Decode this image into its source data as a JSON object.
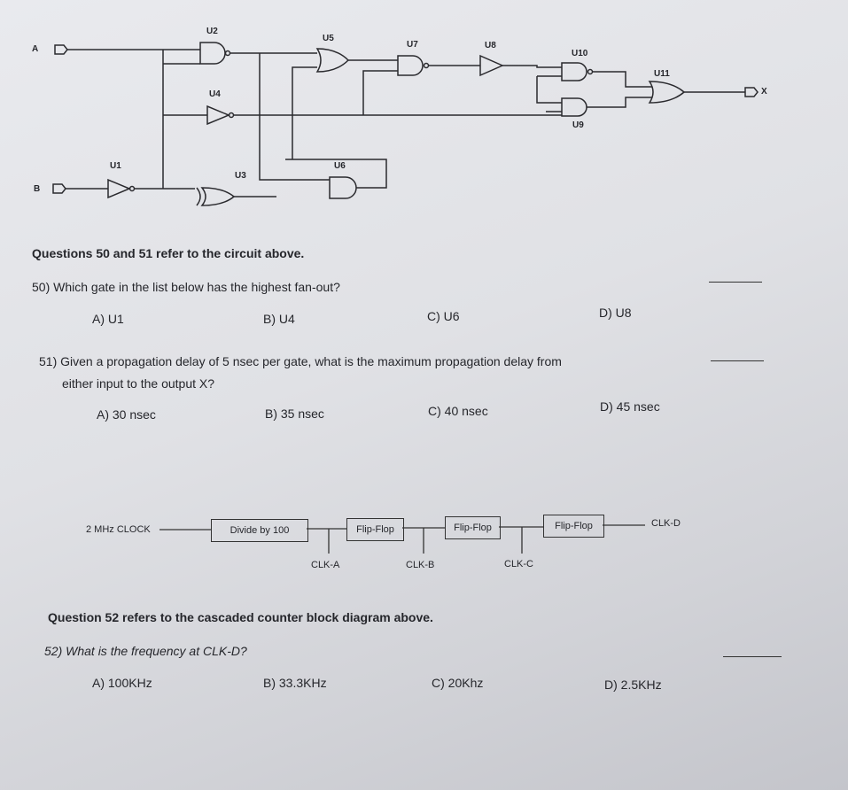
{
  "circuit": {
    "inputs": {
      "a": "A",
      "b": "B"
    },
    "output": "X",
    "gates": {
      "u1": "U1",
      "u2": "U2",
      "u3": "U3",
      "u4": "U4",
      "u5": "U5",
      "u6": "U6",
      "u7": "U7",
      "u8": "U8",
      "u9": "U9",
      "u10": "U10",
      "u11": "U11"
    }
  },
  "intro_1": "Questions 50 and 51 refer to the circuit above.",
  "q50": {
    "text": "50) Which gate in the list below has the highest fan-out?",
    "options": [
      "A) U1",
      "B) U4",
      "C) U6",
      "D) U8"
    ]
  },
  "q51": {
    "text_line1": "51) Given a propagation delay of 5 nsec per gate, what is the maximum propagation delay from",
    "text_line2": "either input to the output X?",
    "options": [
      "A) 30 nsec",
      "B) 35 nsec",
      "C) 40 nsec",
      "D) 45 nsec"
    ]
  },
  "counter": {
    "clock": "2 MHz CLOCK",
    "blocks": [
      "Divide by 100",
      "Flip-Flop",
      "Flip-Flop",
      "Flip-Flop"
    ],
    "taps": [
      "CLK-A",
      "CLK-B",
      "CLK-C"
    ],
    "output": "CLK-D"
  },
  "intro_2": "Question 52 refers to the cascaded counter block diagram above.",
  "q52": {
    "text": "52) What is the frequency at CLK-D?",
    "options": [
      "A) 100KHz",
      "B) 33.3KHz",
      "C) 20Khz",
      "D) 2.5KHz"
    ]
  }
}
